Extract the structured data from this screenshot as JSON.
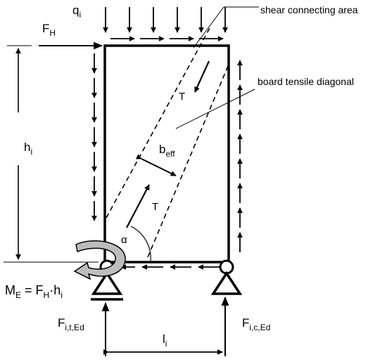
{
  "labels": {
    "q_main": "q",
    "q_sub": "i",
    "fh_main": "F",
    "fh_sub": "H",
    "h_main": "h",
    "h_sub": "i",
    "t_top": "T",
    "t_bottom": "T",
    "beff_main": "b",
    "beff_sub": "eff",
    "alpha": "α",
    "me_main": "M",
    "me_sub": "E",
    "me_eq": " = F",
    "me_sub2": "H",
    "me_dot": "·h",
    "me_sub3": "i",
    "ft_main": "F",
    "ft_sub": "i,t,Ed",
    "fc_main": "F",
    "fc_sub": "i,c,Ed",
    "l_main": "l",
    "l_sub": "i",
    "shear": "shear connecting area",
    "board": "board tensile diagonal"
  }
}
